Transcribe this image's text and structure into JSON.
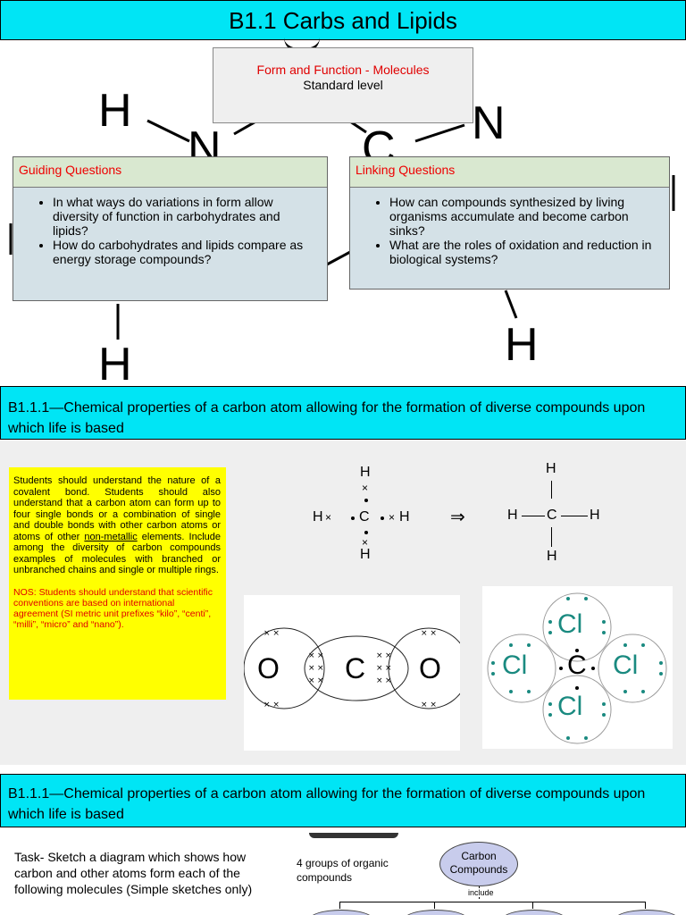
{
  "slide1": {
    "title": "B1.1 Carbs and Lipids",
    "topic_box": {
      "line1": "Form and Function - Molecules",
      "line2": "Standard level"
    },
    "guiding": {
      "heading": "Guiding Questions",
      "items": [
        "In what ways do variations in form allow diversity of function in carbohydrates and lipids?",
        "How do carbohydrates and lipids compare as energy storage compounds?"
      ]
    },
    "linking": {
      "heading": "Linking Questions",
      "items": [
        "How can compounds synthesized by living organisms accumulate and become carbon sinks?",
        "What are the roles of oxidation and reduction in biological systems?"
      ]
    },
    "background_letters": {
      "h": "H",
      "n": "N",
      "c": "C"
    }
  },
  "slide2": {
    "banner": "B1.1.1—Chemical properties of a carbon atom allowing for the formation of diverse compounds upon which life is based",
    "notes_part1": "Students should understand the nature of a covalent bond. Students should also understand that a carbon atom can form up to four single bonds or a combination of single and double bonds with other carbon atoms or atoms of other ",
    "notes_underlined": "non-metallic",
    "notes_part2": " elements. Include among the diversity of carbon compounds examples of molecules with branched or unbranched chains and single or multiple rings.",
    "nos": "NOS: Students should understand that scientific conventions are based on international agreement (SI metric unit prefixes “kilo”, “centi”, “milli”, “micro” and “nano”).",
    "methane": {
      "h": "H",
      "c": "C",
      "x": "×",
      "arrow": "⇒"
    },
    "co2": {
      "o": "O",
      "c": "C"
    },
    "ccl4": {
      "cl": "Cl",
      "c": "C"
    }
  },
  "slide3": {
    "banner": "B1.1.1—Chemical properties of a carbon atom allowing for the formation of diverse compounds upon which life is based",
    "task": "Task- Sketch a diagram which shows how carbon and other atoms form each of the following molecules (Simple sketches only)",
    "diagram": {
      "caption": "4 groups of organic compounds",
      "root": "Carbon Compounds",
      "connector": "include"
    }
  },
  "colors": {
    "banner": "#00e5f5",
    "red_text": "#e00000",
    "notes_bg": "#ffff00",
    "question_head_bg": "#d9e8d0",
    "question_body_bg": "#d4e1e7",
    "ccl4_teal": "#1a8a80"
  }
}
